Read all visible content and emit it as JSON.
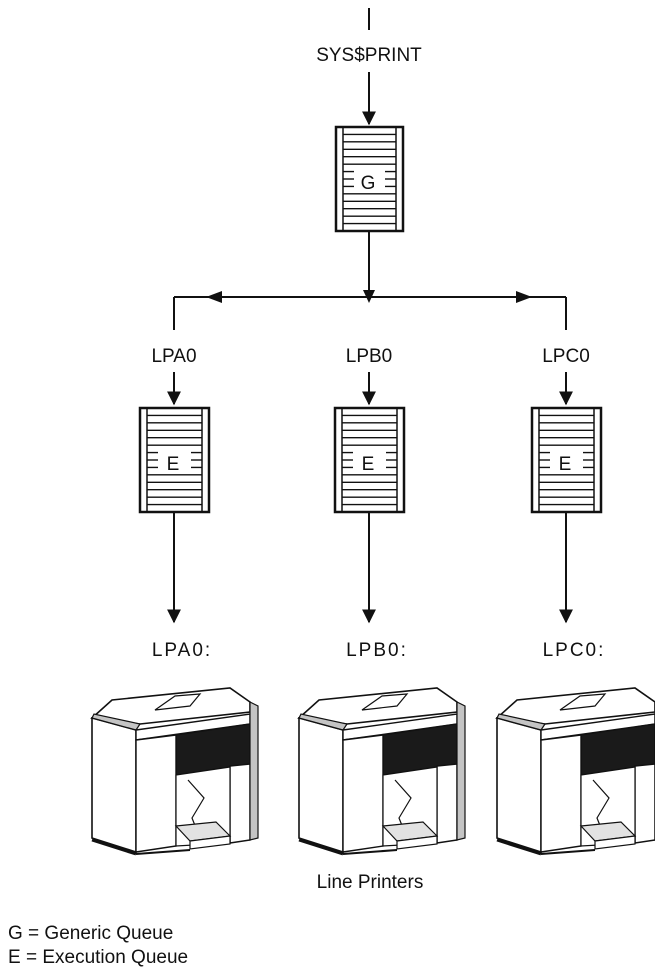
{
  "source_label": "SYS$PRINT",
  "generic_queue": {
    "letter": "G"
  },
  "execution_queues": [
    {
      "name": "LPA0",
      "letter": "E",
      "device": "LPA0:"
    },
    {
      "name": "LPB0",
      "letter": "E",
      "device": "LPB0:"
    },
    {
      "name": "LPC0",
      "letter": "E",
      "device": "LPC0:"
    }
  ],
  "printers_caption": "Line Printers",
  "legend": {
    "generic": "G = Generic Queue",
    "execution": "E = Execution Queue"
  },
  "colors": {
    "ink": "#111111",
    "paper": "#ffffff",
    "shade": "#bdbdbd",
    "dark": "#1a1a1a"
  }
}
